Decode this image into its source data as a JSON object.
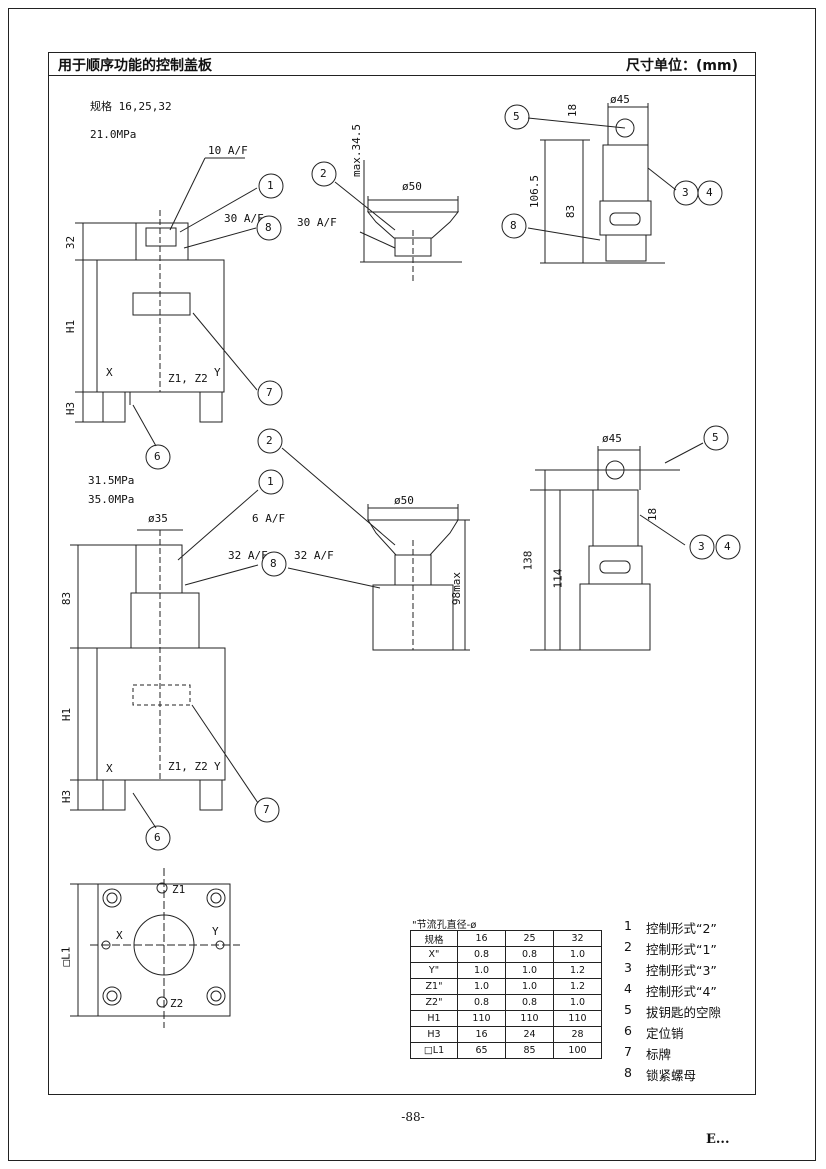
{
  "header": {
    "title": "用于顺序功能的控制盖板",
    "unit": "尺寸单位：(mm)"
  },
  "spec": {
    "sizes": "规格 16,25,32",
    "p1": "21.0MPa",
    "p2": "31.5MPa",
    "p3": "35.0MPa"
  },
  "labels": {
    "af10": "10 A/F",
    "af30a": "30 A/F",
    "af30b": "30 A/F",
    "af6": "6 A/F",
    "af32a": "32 A/F",
    "af32b": "32 A/F",
    "d50a": "ø50",
    "d50b": "ø50",
    "d45a": "ø45",
    "d45b": "ø45",
    "d35": "ø35",
    "dim32": "32",
    "dimH1a": "H1",
    "dimH3a": "H3",
    "dimH1b": "H1",
    "dimH3b": "H3",
    "dim83a": "83",
    "dim1065": "106.5",
    "dim83b": "83",
    "dim18a": "18",
    "dim18b": "18",
    "max345": "max.34.5",
    "max98": "98max",
    "dim138": "138",
    "dim114": "114",
    "portX": "X",
    "portZ": "Z1, Z2",
    "portY": "Y",
    "portX2": "X",
    "portZ2": "Z1, Z2",
    "portY2": "Y",
    "pZ1": "Z1",
    "pZ2": "Z2",
    "pX": "X",
    "pY": "Y",
    "dimL1": "□L1"
  },
  "callouts": [
    "1",
    "2",
    "5",
    "8",
    "3",
    "4",
    "8",
    "7",
    "6",
    "1",
    "2",
    "5",
    "8",
    "3",
    "4",
    "7",
    "6"
  ],
  "table": {
    "caption": "\"节流孔直径-ø",
    "rows": [
      [
        "规格",
        "16",
        "25",
        "32"
      ],
      [
        "X\"",
        "0.8",
        "0.8",
        "1.0"
      ],
      [
        "Y\"",
        "1.0",
        "1.0",
        "1.2"
      ],
      [
        "Z1\"",
        "1.0",
        "1.0",
        "1.2"
      ],
      [
        "Z2\"",
        "0.8",
        "0.8",
        "1.0"
      ],
      [
        "H1",
        "110",
        "110",
        "110"
      ],
      [
        "H3",
        "16",
        "24",
        "28"
      ],
      [
        "□L1",
        "65",
        "85",
        "100"
      ]
    ]
  },
  "legend": [
    {
      "n": "1",
      "t": "控制形式“2”"
    },
    {
      "n": "2",
      "t": "控制形式“1”"
    },
    {
      "n": "3",
      "t": "控制形式“3”"
    },
    {
      "n": "4",
      "t": "控制形式“4”"
    },
    {
      "n": "5",
      "t": "拔钥匙的空隙"
    },
    {
      "n": "6",
      "t": "定位销"
    },
    {
      "n": "7",
      "t": "标牌"
    },
    {
      "n": "8",
      "t": "锁紧螺母"
    }
  ],
  "footer": {
    "page": "-88-",
    "corner": "E..."
  }
}
